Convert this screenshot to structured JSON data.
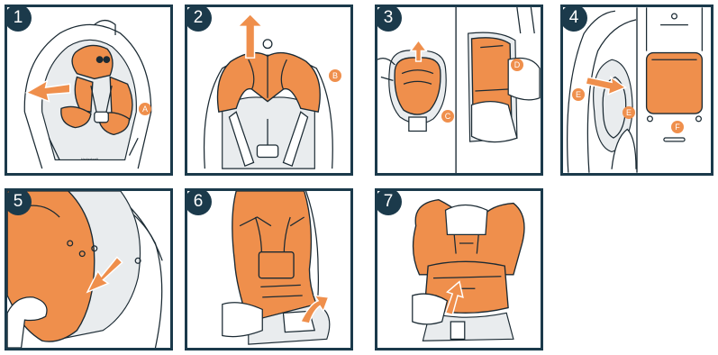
{
  "colors": {
    "accent": "#ef8f4c",
    "frame": "#1b3a4b",
    "line": "#1b2a33"
  },
  "steps": [
    {
      "number": "1",
      "labels": [
        "A"
      ],
      "logo": "kinderkraft"
    },
    {
      "number": "2",
      "labels": [
        "B"
      ]
    },
    {
      "number": "3",
      "labels": [
        "C",
        "D"
      ]
    },
    {
      "number": "4",
      "labels": [
        "E",
        "E",
        "F"
      ]
    },
    {
      "number": "5",
      "labels": []
    },
    {
      "number": "6",
      "labels": []
    },
    {
      "number": "7",
      "labels": []
    }
  ]
}
